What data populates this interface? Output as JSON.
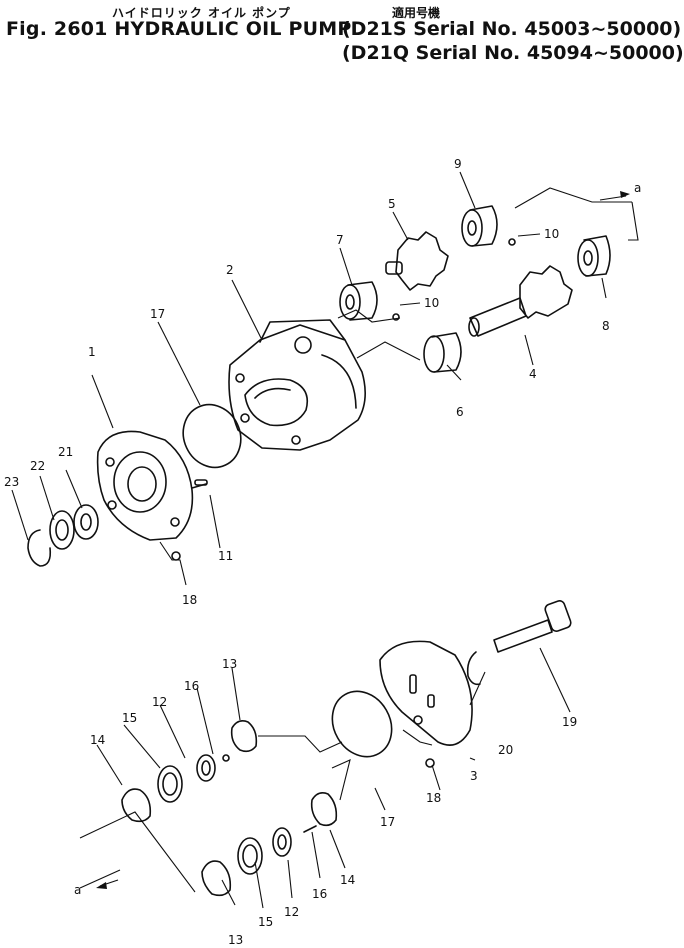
{
  "header": {
    "jp_title": "ハイドロリック オイル ポンプ",
    "title": "Fig. 2601 HYDRAULIC OIL PUMP",
    "applicability_jp": "適用号機",
    "serials": [
      "(D21S Serial No. 45003~50000)",
      "(D21Q Serial No. 45094~50000)"
    ]
  },
  "callouts": [
    {
      "id": "c1",
      "text": "1"
    },
    {
      "id": "c2",
      "text": "2"
    },
    {
      "id": "c3",
      "text": "3"
    },
    {
      "id": "c4",
      "text": "4"
    },
    {
      "id": "c5",
      "text": "5"
    },
    {
      "id": "c6",
      "text": "6"
    },
    {
      "id": "c7",
      "text": "7"
    },
    {
      "id": "c8",
      "text": "8"
    },
    {
      "id": "c9",
      "text": "9"
    },
    {
      "id": "c10a",
      "text": "10"
    },
    {
      "id": "c10b",
      "text": "10"
    },
    {
      "id": "c11",
      "text": "11"
    },
    {
      "id": "c12a",
      "text": "12"
    },
    {
      "id": "c12b",
      "text": "12"
    },
    {
      "id": "c13a",
      "text": "13"
    },
    {
      "id": "c13b",
      "text": "13"
    },
    {
      "id": "c14a",
      "text": "14"
    },
    {
      "id": "c14b",
      "text": "14"
    },
    {
      "id": "c15a",
      "text": "15"
    },
    {
      "id": "c15b",
      "text": "15"
    },
    {
      "id": "c16a",
      "text": "16"
    },
    {
      "id": "c16b",
      "text": "16"
    },
    {
      "id": "c17a",
      "text": "17"
    },
    {
      "id": "c17b",
      "text": "17"
    },
    {
      "id": "c18a",
      "text": "18"
    },
    {
      "id": "c18b",
      "text": "18"
    },
    {
      "id": "c19",
      "text": "19"
    },
    {
      "id": "c20",
      "text": "20"
    },
    {
      "id": "c21",
      "text": "21"
    },
    {
      "id": "c22",
      "text": "22"
    },
    {
      "id": "c23",
      "text": "23"
    },
    {
      "id": "ca1",
      "text": "a"
    },
    {
      "id": "ca2",
      "text": "a"
    }
  ]
}
